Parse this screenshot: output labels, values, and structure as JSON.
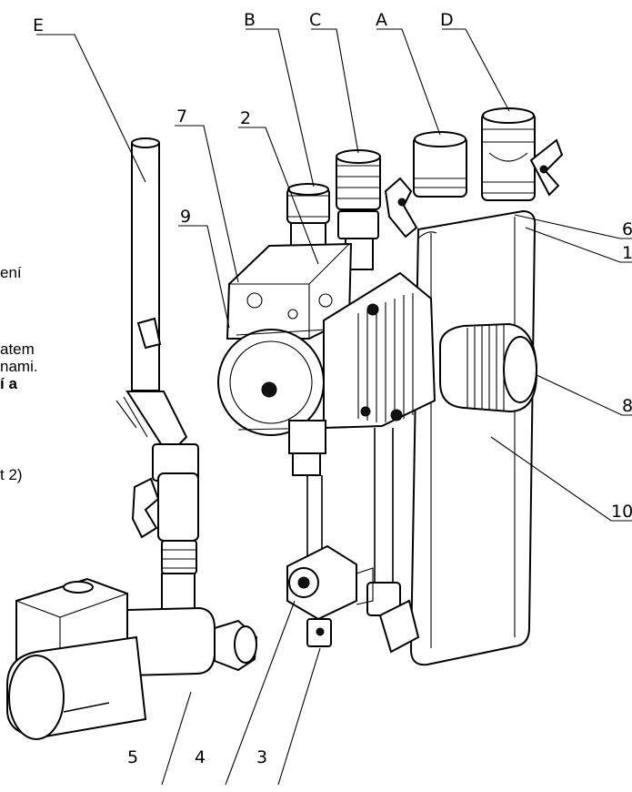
{
  "side_text": {
    "line1": "ení",
    "line2": "atem",
    "line3": "nami.",
    "line4": "í a",
    "line5": "t 2)"
  },
  "callouts": {
    "A": "A",
    "B": "B",
    "C": "C",
    "D": "D",
    "E": "E",
    "n1": "1",
    "n2": "2",
    "n3": "3",
    "n4": "4",
    "n5": "5",
    "n6": "6",
    "n7": "7",
    "n8": "8",
    "n9": "9",
    "n10": "10"
  }
}
